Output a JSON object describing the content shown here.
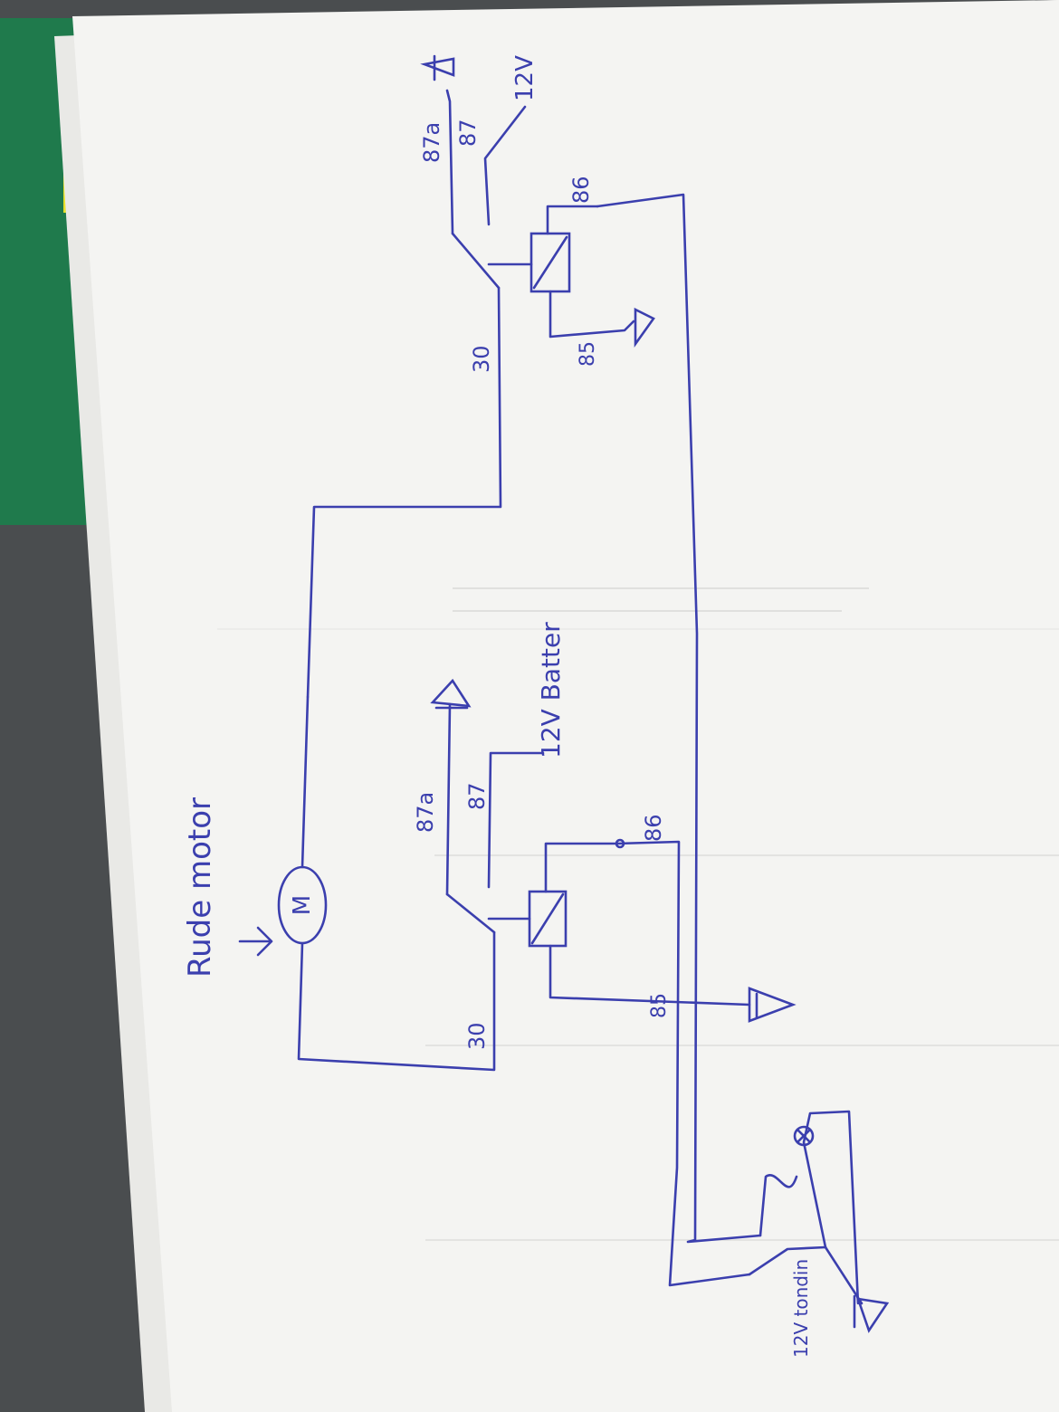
{
  "colors": {
    "ink": "#3b3fae",
    "paper": "#f4f4f2",
    "binder_green": "#1f7a4c",
    "tab_yellow": "#e6e02a",
    "background": "#4a4d4f"
  },
  "labels": {
    "motor_title": "Rude motor",
    "motor_symbol": "M",
    "upper_relay": {
      "pin_87a": "87a",
      "pin_87": "87",
      "pin_86": "86",
      "pin_85": "85",
      "pin_30": "30",
      "supply": "12V"
    },
    "lower_relay": {
      "pin_87a": "87a",
      "pin_87": "87",
      "pin_86": "86",
      "pin_85": "85",
      "pin_30": "30",
      "supply": "12V Batter"
    },
    "switch_input": "12V tondin"
  },
  "icons": {
    "ground": "ground-icon",
    "lamp": "lamp-icon",
    "relay_coil": "relay-coil-icon",
    "motor": "motor-icon",
    "switch": "switch-icon"
  }
}
